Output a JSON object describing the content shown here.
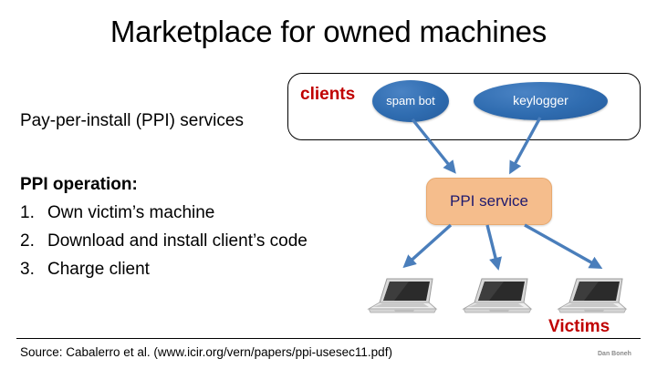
{
  "slide": {
    "title": "Marketplace for owned machines"
  },
  "left": {
    "services_label": "Pay-per-install (PPI) services",
    "operation_heading": "PPI operation:",
    "steps": [
      {
        "num": "1.",
        "text": "Own victim’s machine"
      },
      {
        "num": "2.",
        "text": "Download and install client’s code"
      },
      {
        "num": "3.",
        "text": "Charge client"
      }
    ]
  },
  "diagram": {
    "clients_label": "clients",
    "clients": [
      {
        "id": "spam-bot",
        "label": "spam bot"
      },
      {
        "id": "keylogger",
        "label": "keylogger"
      }
    ],
    "service_box_label": "PPI service",
    "victims_label": "Victims",
    "laptop_count": 3,
    "laptop_icon_name": "laptop-icon",
    "arrow_icon_name": "arrow-icon"
  },
  "footer": {
    "source": "Source:  Cabalerro et al.   (www.icir.org/vern/papers/ppi-usesec11.pdf)",
    "author": "Dan Boneh"
  },
  "colors": {
    "accent_red": "#C00000",
    "ellipse_blue": "#2F6CB0",
    "service_peach": "#F5BD8C",
    "service_text": "#1F1A6E",
    "arrow_blue": "#4A7EBB"
  }
}
